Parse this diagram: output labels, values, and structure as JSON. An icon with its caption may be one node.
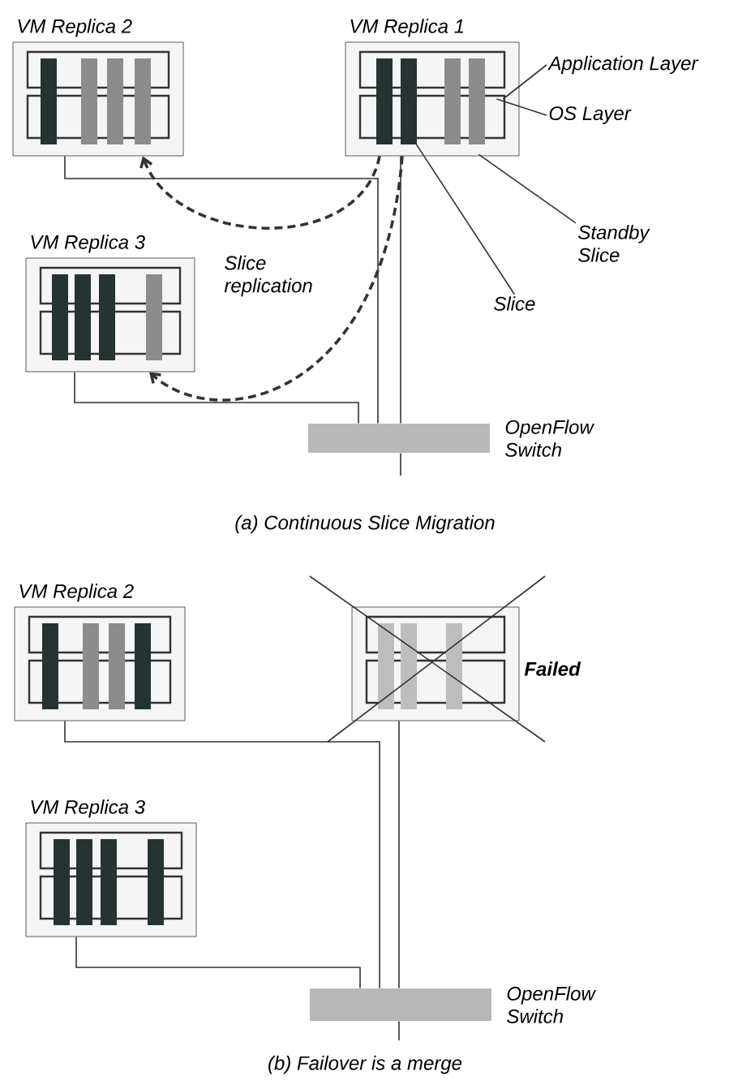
{
  "diagram": {
    "nodes": [
      {
        "text": [
          "VM Replica 2"
        ]
      },
      {
        "text": [
          "VM Replica 1"
        ]
      },
      {
        "text": [
          "Application Layer"
        ]
      },
      {
        "text": [
          "OS Layer"
        ]
      },
      {
        "text": [
          "Standby Slice"
        ]
      },
      {
        "text": [
          "VM Replica 3"
        ]
      },
      {
        "text": [
          "Slice"
        ]
      },
      {
        "text": [],
        "shape": "bar",
        "beside": [
          "OpenFlow Switch"
        ]
      },
      {
        "text": [
          "VM Replica 2"
        ]
      },
      {
        "text": [],
        "shape": "box",
        "beside": [
          "Failed"
        ]
      },
      {
        "text": [
          "VM Replica 3"
        ]
      },
      {
        "text": [],
        "shape": "bar",
        "beside": [
          "OpenFlow Switch"
        ]
      }
    ],
    "edges": [
      {
        "from": 1,
        "to": 0,
        "arrow": "to",
        "style": "dashed"
      },
      {
        "from": 1,
        "to": 5,
        "arrow": "to",
        "style": "dashed"
      },
      {
        "from": 2,
        "to": 1,
        "arrow": "none"
      },
      {
        "from": 3,
        "to": 1,
        "arrow": "none"
      },
      {
        "from": 4,
        "to": 1,
        "arrow": "none"
      },
      {
        "from": 6,
        "to": 1,
        "arrow": "none"
      },
      {
        "from": 0,
        "to": 7,
        "arrow": "none"
      },
      {
        "from": 1,
        "to": 7,
        "arrow": "none"
      },
      {
        "from": 5,
        "to": 7,
        "arrow": "none"
      },
      {
        "from": 7,
        "to": null,
        "arrow": "none"
      },
      {
        "from": 8,
        "to": 11,
        "arrow": "none"
      },
      {
        "from": 9,
        "to": 11,
        "arrow": "none"
      },
      {
        "from": 10,
        "to": 11,
        "arrow": "none"
      },
      {
        "from": 11,
        "to": null,
        "arrow": "none"
      }
    ],
    "labels": [
      "Slice replication",
      "(a) Continuous Slice Migration",
      "(b) Failover is a merge"
    ]
  }
}
